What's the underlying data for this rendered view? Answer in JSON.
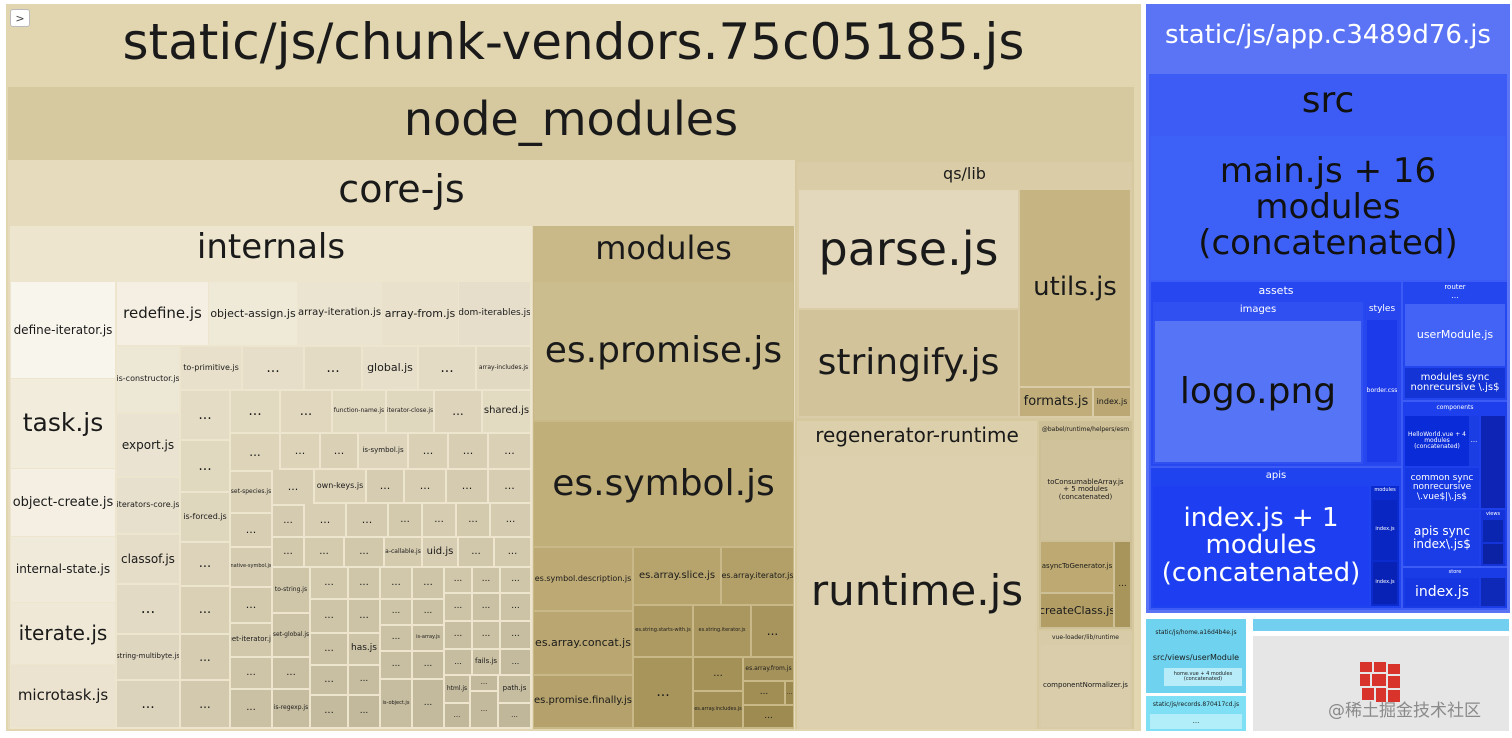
{
  "toggle": ">",
  "vendors": {
    "title": "static/js/chunk-vendors.75c05185.js",
    "node_modules": "node_modules",
    "corejs": {
      "title": "core-js",
      "internals": {
        "title": "internals",
        "left_col": [
          "define-iterator.js",
          "task.js",
          "object-create.js",
          "internal-state.js",
          "iterate.js",
          "microtask.js"
        ],
        "top_row": [
          "redefine.js",
          "object-assign.js",
          "array-iteration.js",
          "array-from.js",
          "dom-iterables.js"
        ],
        "small": {
          "is_constructor": "is-constructor.js",
          "to_primitive": "to-primitive.js",
          "global": "global.js",
          "array_includes": "array-includes.js",
          "function_name": "function-name.js",
          "iterator_close": "iterator-close.js",
          "shared": "shared.js",
          "export": "export.js",
          "is_symbol": "is-symbol.js",
          "set_species": "set-species.js",
          "own_keys": "own-keys.js",
          "iterators_core": "iterators-core.js",
          "is_forced": "is-forced.js",
          "a_callable": "a-callable.js",
          "uid": "uid.js",
          "classof": "classof.js",
          "native_symbol": "native-symbol.js",
          "to_string": "to-string.js",
          "get_iterator": "get-iterator.js",
          "set_global": "set-global.js",
          "string_multibyte": "string-multibyte.js",
          "is_regexp": "is-regexp.js",
          "has": "has.js",
          "is_object": "is-object.js",
          "is_array": "is-array.js",
          "fails": "fails.js",
          "html": "html.js",
          "path": "path.js"
        },
        "ellipsis": "..."
      },
      "modules": {
        "title": "modules",
        "items": [
          "es.promise.js",
          "es.symbol.js",
          "es.symbol.description.js",
          "es.array.slice.js",
          "es.array.iterator.js",
          "es.array.concat.js",
          "es.string.starts-with.js",
          "es.string.iterator.js",
          "es.array.from.js",
          "es.promise.finally.js",
          "es.array.includes.js"
        ]
      }
    },
    "qs": {
      "title": "qs/lib",
      "parse": "parse.js",
      "stringify": "stringify.js",
      "utils": "utils.js",
      "formats": "formats.js",
      "index": "index.js"
    },
    "regenerator": {
      "title": "regenerator-runtime",
      "runtime": "runtime.js"
    },
    "babel": {
      "title": "@babel/runtime/helpers/esm",
      "to_consumable": "toConsumableArray.js + 5 modules (concatenated)",
      "async_gen": "asyncToGenerator.js",
      "create_class": "createClass.js"
    },
    "vue_loader": {
      "title": "vue-loader/lib/runtime",
      "component_normalizer": "componentNormalizer.js"
    }
  },
  "app": {
    "title": "static/js/app.c3489d76.js",
    "src": "src",
    "main": "main.js + 16 modules (concatenated)",
    "assets": {
      "title": "assets",
      "images": "images",
      "logo": "logo.png",
      "styles": "styles",
      "border": "border.css"
    },
    "router": {
      "title": "router",
      "user_module": "userModule.js",
      "modules_sync": "modules sync nonrecursive \\.js$"
    },
    "components": {
      "title": "components",
      "hello": "HelloWorld.vue + 4 modules (concatenated)",
      "common_sync": "common sync nonrecursive \\.vue$|\\.js$"
    },
    "apis": {
      "title": "apis",
      "index": "index.js + 1 modules (concatenated)",
      "modules": "modules",
      "m1": "index.js",
      "m2": "index.js",
      "apis_sync": "apis sync index\\.js$"
    },
    "views": "views",
    "store": {
      "title": "store",
      "index": "index.js"
    }
  },
  "home": {
    "title": "static/js/home.a16d4b4e.js",
    "sub": "src/views/userModule",
    "inner": "home.vue + 4 modules (concatenated)"
  },
  "records": {
    "title": "static/js/records.870417cd.js",
    "inner": "..."
  },
  "watermark": "@稀土掘金技术社区"
}
